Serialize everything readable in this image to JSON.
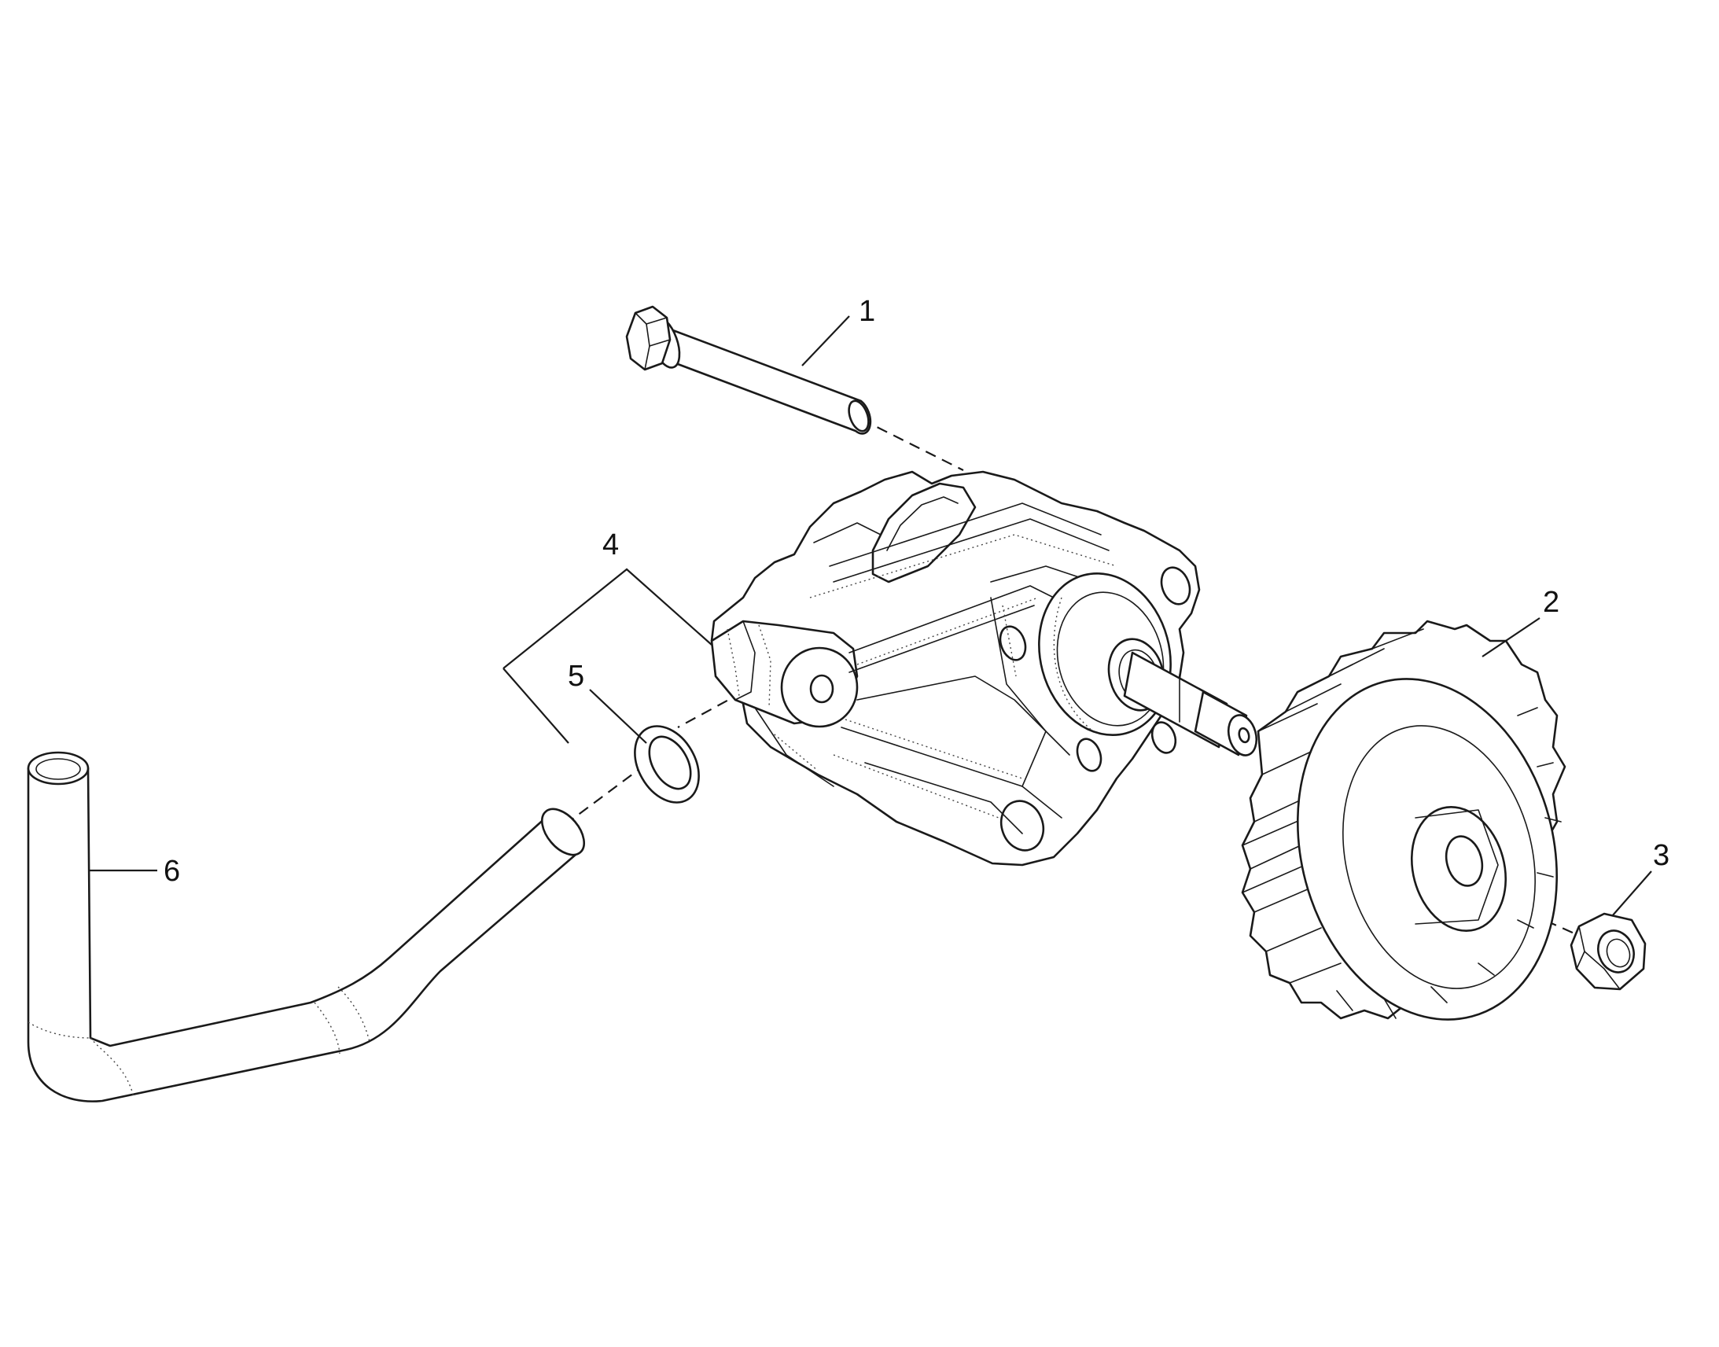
{
  "callouts": [
    {
      "id": "1",
      "part": "bolt"
    },
    {
      "id": "2",
      "part": "gear"
    },
    {
      "id": "3",
      "part": "nut"
    },
    {
      "id": "4",
      "part": "oil-pump-assembly"
    },
    {
      "id": "5",
      "part": "washer"
    },
    {
      "id": "6",
      "part": "suction-pipe"
    }
  ]
}
